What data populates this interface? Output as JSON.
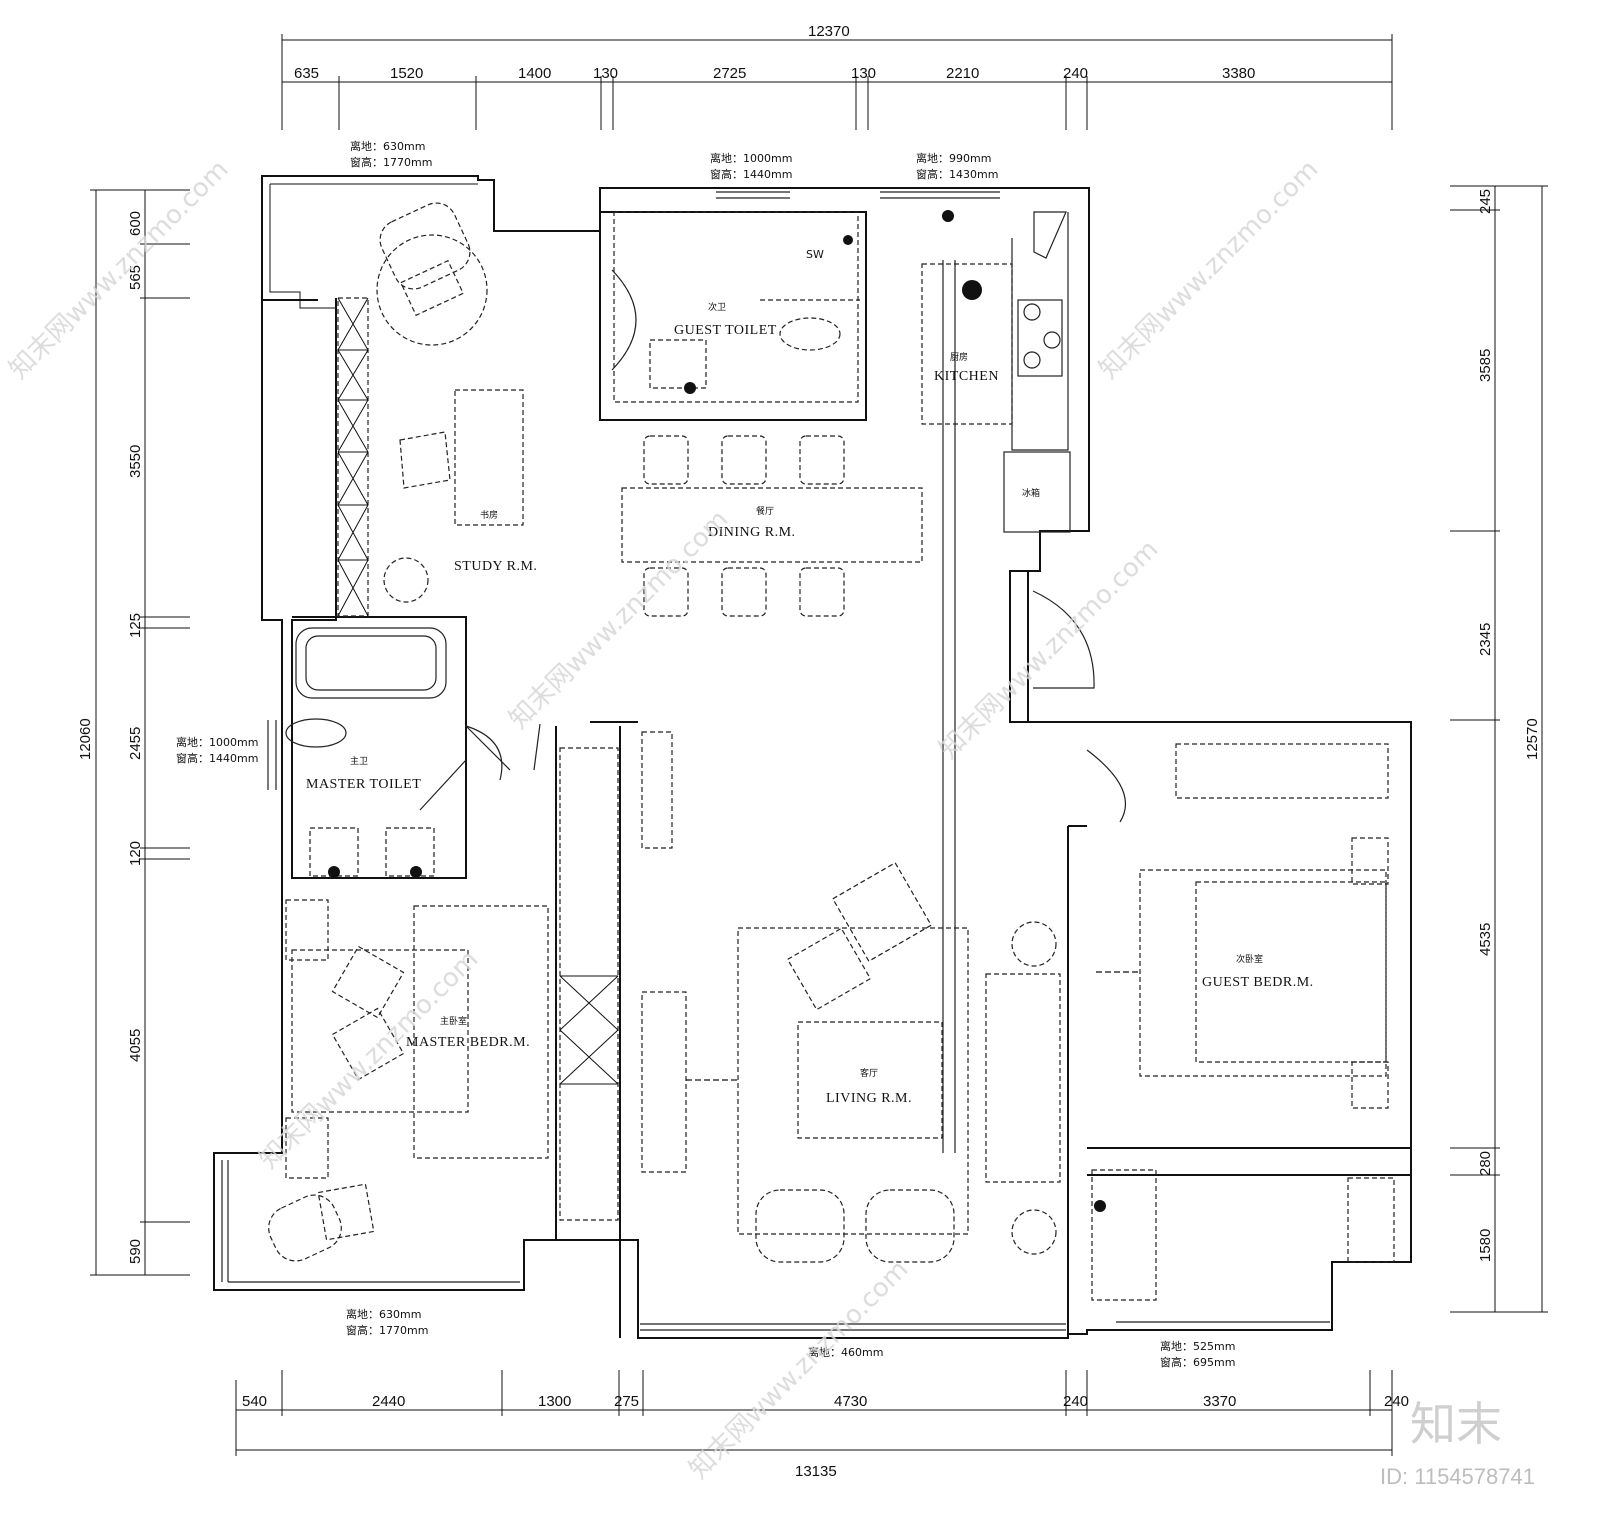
{
  "dimensions": {
    "top_total": "12370",
    "top_segments": [
      "635",
      "1520",
      "1400",
      "130",
      "2725",
      "130",
      "2210",
      "240",
      "3380"
    ],
    "bottom_total": "13135",
    "bottom_segments": [
      "540",
      "2440",
      "1300",
      "275",
      "4730",
      "240",
      "3370",
      "240"
    ],
    "left_total": "12060",
    "left_segments": [
      "600",
      "565",
      "3550",
      "125",
      "2455",
      "120",
      "4055",
      "590"
    ],
    "right_total": "12570",
    "right_segments": [
      "245",
      "3585",
      "2345",
      "4535",
      "280",
      "1580"
    ]
  },
  "rooms": {
    "study": {
      "cn": "书房",
      "en": "STUDY R.M."
    },
    "guest_toilet": {
      "cn": "次卫",
      "en": "GUEST TOILET"
    },
    "kitchen": {
      "cn": "厨房",
      "en": "KITCHEN"
    },
    "dining": {
      "cn": "餐厅",
      "en": "DINING R.M."
    },
    "master_toilet": {
      "cn": "主卫",
      "en": "MASTER TOILET"
    },
    "master_bedroom": {
      "cn": "主卧室",
      "en": "MASTER BEDR.M."
    },
    "living": {
      "cn": "客厅",
      "en": "LIVING R.M."
    },
    "guest_bedroom": {
      "cn": "次卧室",
      "en": "GUEST BEDR.M."
    },
    "fridge": "冰箱"
  },
  "window_notes": {
    "study_sill": "离地：630mm",
    "study_height": "窗高：1770mm",
    "guest_toilet_sill": "离地：1000mm",
    "guest_toilet_height": "窗高：1440mm",
    "kitchen_sill": "离地：990mm",
    "kitchen_height": "窗高：1430mm",
    "master_toilet_sill": "离地：1000mm",
    "master_toilet_height": "窗高：1440mm",
    "master_bed_sill": "离地：630mm",
    "master_bed_height": "窗高：1770mm",
    "living_sill": "离地：460mm",
    "guest_bed_sill": "离地：525mm",
    "guest_bed_height": "窗高：695mm"
  },
  "guest_toilet_label": "SW",
  "watermark": {
    "site": "知末网www.znzmo.com",
    "brand": "知末",
    "id": "ID: 1154578741"
  }
}
